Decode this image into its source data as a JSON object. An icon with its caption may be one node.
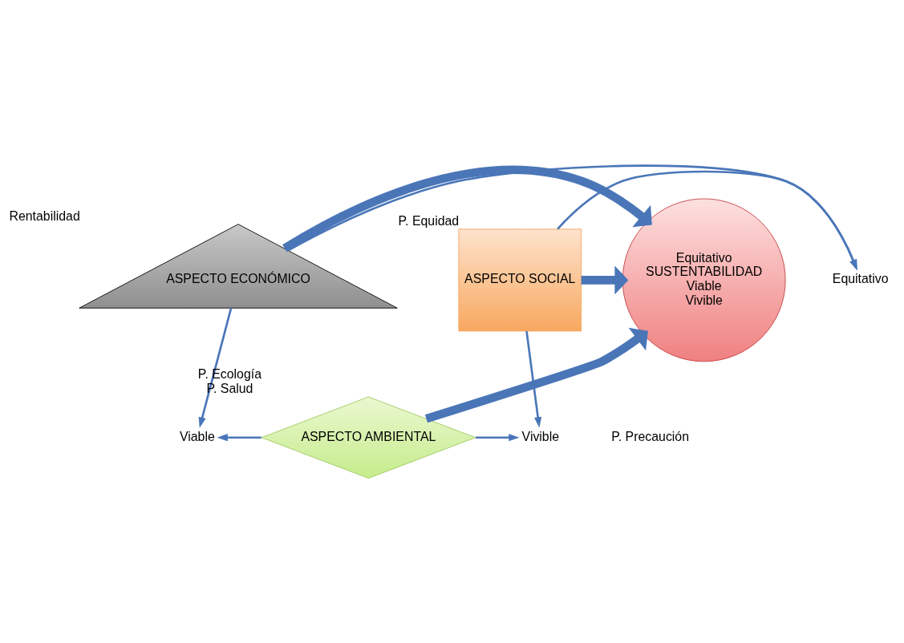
{
  "diagram": {
    "nodes": [
      {
        "text": [
          "ASPECTO ECONÓMICO"
        ],
        "beside": [
          "Rentabilidad"
        ]
      },
      {
        "text": [
          "Equitativo"
        ]
      },
      {
        "text": [
          "ASPECTO SOCIAL"
        ],
        "beside": [
          "P. Equidad"
        ]
      },
      {
        "text": [
          "Equitativo",
          "SUSTENTABILIDAD",
          "Viable",
          "Vivible"
        ]
      },
      {
        "text": [
          "Viable"
        ]
      },
      {
        "text": [
          "Vivible"
        ]
      },
      {
        "text": [
          "ASPECTO AMBIENTAL"
        ],
        "beside": [
          "P. Ecología",
          "P. Salud"
        ]
      }
    ],
    "edges": [
      {
        "from": 0,
        "to": 1,
        "arrow": "to"
      },
      {
        "from": 2,
        "to": 1,
        "arrow": "to"
      },
      {
        "from": 0,
        "to": 3,
        "arrow": "to",
        "style": "thick"
      },
      {
        "from": 2,
        "to": 3,
        "arrow": "to",
        "style": "thick"
      },
      {
        "from": 6,
        "to": 3,
        "arrow": "to",
        "style": "thick"
      },
      {
        "from": 0,
        "to": 4,
        "arrow": "to"
      },
      {
        "from": 6,
        "to": 4,
        "arrow": "to"
      },
      {
        "from": 2,
        "to": 5,
        "arrow": "to"
      },
      {
        "from": 6,
        "to": 5,
        "arrow": "to"
      }
    ],
    "labels": [
      "P. Precaución"
    ]
  }
}
